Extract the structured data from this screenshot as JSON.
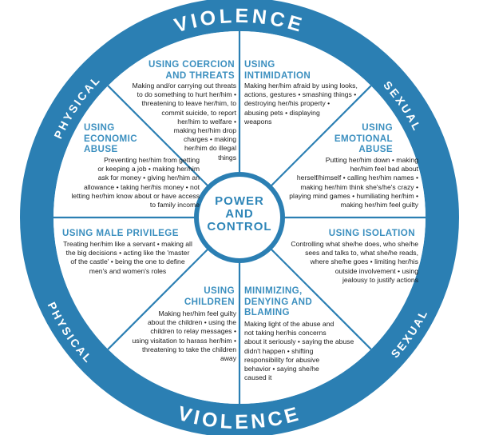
{
  "colors": {
    "ring": "#2b7fb3",
    "accent": "#3b8fbf",
    "body_text": "#1a1a1a",
    "hub_border": "#2b7fb3"
  },
  "ring": {
    "top_center": "VIOLENCE",
    "top_left": "PHYSICAL",
    "top_right": "SEXUAL",
    "bottom_center": "VIOLENCE",
    "bottom_left": "PHYSICAL",
    "bottom_right": "SEXUAL"
  },
  "hub": "POWER\nAND\nCONTROL",
  "segments": {
    "coercion": {
      "title": "USING COERCION\nAND THREATS",
      "body": "Making and/or carrying out threats\nto do something to hurt her/him •\nthreatening to leave her/him, to\ncommit suicide, to report\nher/him to welfare •\nmaking her/him drop\ncharges • making\nher/him do illegal\nthings"
    },
    "intimidation": {
      "title": "USING\nINTIMIDATION",
      "body": "Making her/him afraid by using looks,\nactions, gestures • smashing things •\ndestroying her/his property •\nabusing pets • displaying\nweapons"
    },
    "economic": {
      "title": "USING\nECONOMIC\nABUSE",
      "body": "Preventing her/him from getting\nor keeping a job • making her/him\nask for money • giving her/him an\nallowance • taking her/his money • not\nletting her/him know about or have access\nto family income"
    },
    "emotional": {
      "title": "USING\nEMOTIONAL\nABUSE",
      "body": "Putting her/him down • making\nher/him feel bad about\nherself/himself • calling her/him names •\nmaking her/him think she's/he's crazy •\nplaying mind games • humiliating her/him •\nmaking her/him feel guilty"
    },
    "privilege": {
      "title": "USING MALE PRIVILEGE",
      "body": "Treating her/him like a servant • making all\nthe big decisions • acting like the 'master\nof the castle' • being the one to define\nmen's and women's roles"
    },
    "isolation": {
      "title": "USING ISOLATION",
      "body": "Controlling what she/he does, who she/he\nsees and talks to, what she/he reads,\nwhere she/he goes • limiting her/his\noutside involvement • using\njealousy to justify actions"
    },
    "children": {
      "title": "USING\nCHILDREN",
      "body": "Making her/him feel guilty\nabout the children • using the\nchildren to relay messages •\nusing visitation to harass her/him •\nthreatening to take the children\naway"
    },
    "minimizing": {
      "title": "MINIMIZING,\nDENYING AND\nBLAMING",
      "body": "Making light of the abuse and\nnot taking her/his concerns\nabout it seriously • saying the abuse\ndidn't happen • shifting\nresponsibility for abusive\nbehavior • saying she/he\ncaused it"
    }
  }
}
